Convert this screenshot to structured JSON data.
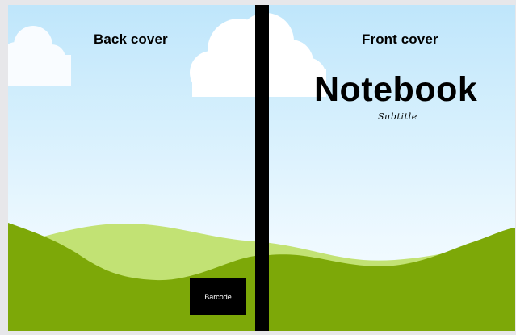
{
  "back_cover": {
    "label": "Back cover",
    "barcode_label": "Barcode"
  },
  "front_cover": {
    "label": "Front cover",
    "title": "Notebook",
    "subtitle": "Subtitle"
  },
  "colors": {
    "sky_top": "#bfe6fb",
    "sky_bottom": "#f7fcff",
    "hill_dark": "#7da808",
    "hill_light": "#c2e274",
    "spine": "#000000",
    "cloud": "#ffffff",
    "barcode_background": "#000000",
    "frame_background": "#e7e7ea"
  }
}
